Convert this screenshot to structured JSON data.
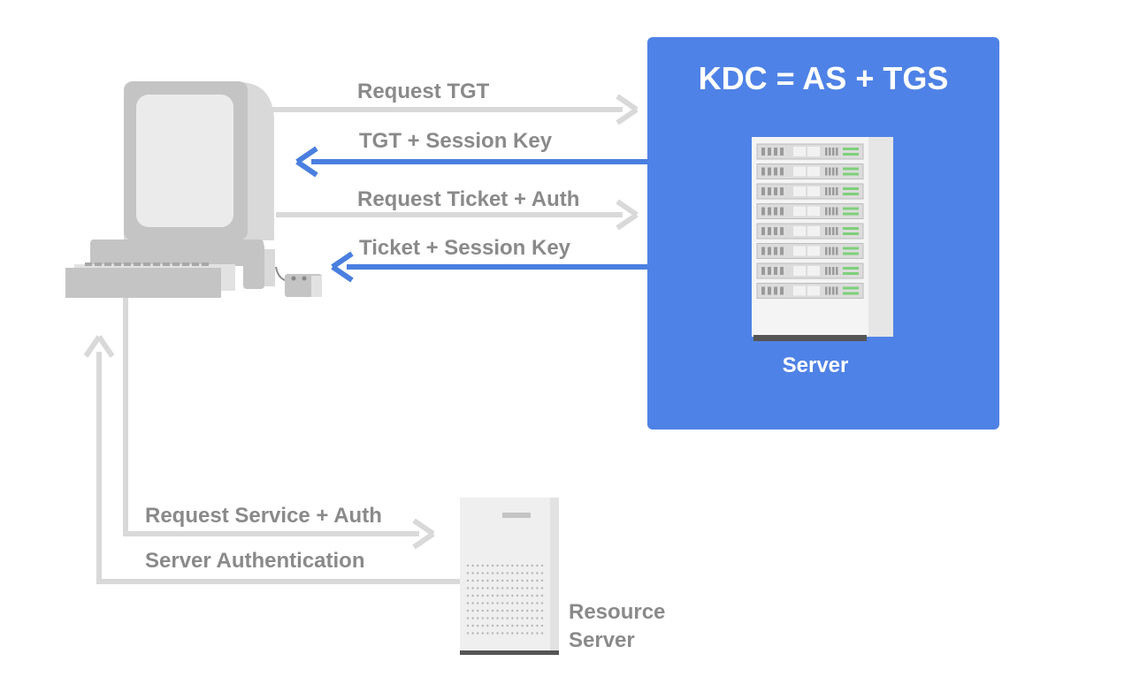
{
  "kdc": {
    "title": "KDC = AS + TGS",
    "server_label": "Server",
    "color": "#4f82e6"
  },
  "messages": {
    "request_tgt": "Request TGT",
    "tgt_session_key": "TGT + Session Key",
    "request_ticket_auth": "Request Ticket + Auth",
    "ticket_session_key": "Ticket + Session Key",
    "request_service_auth": "Request Service + Auth",
    "server_authentication": "Server Authentication"
  },
  "resource_server": {
    "label_line1": "Resource",
    "label_line2": "Server"
  },
  "colors": {
    "request_arrow": "#d9d9d9",
    "response_arrow": "#4a7fe0",
    "label_gray": "#8a8a8a"
  }
}
